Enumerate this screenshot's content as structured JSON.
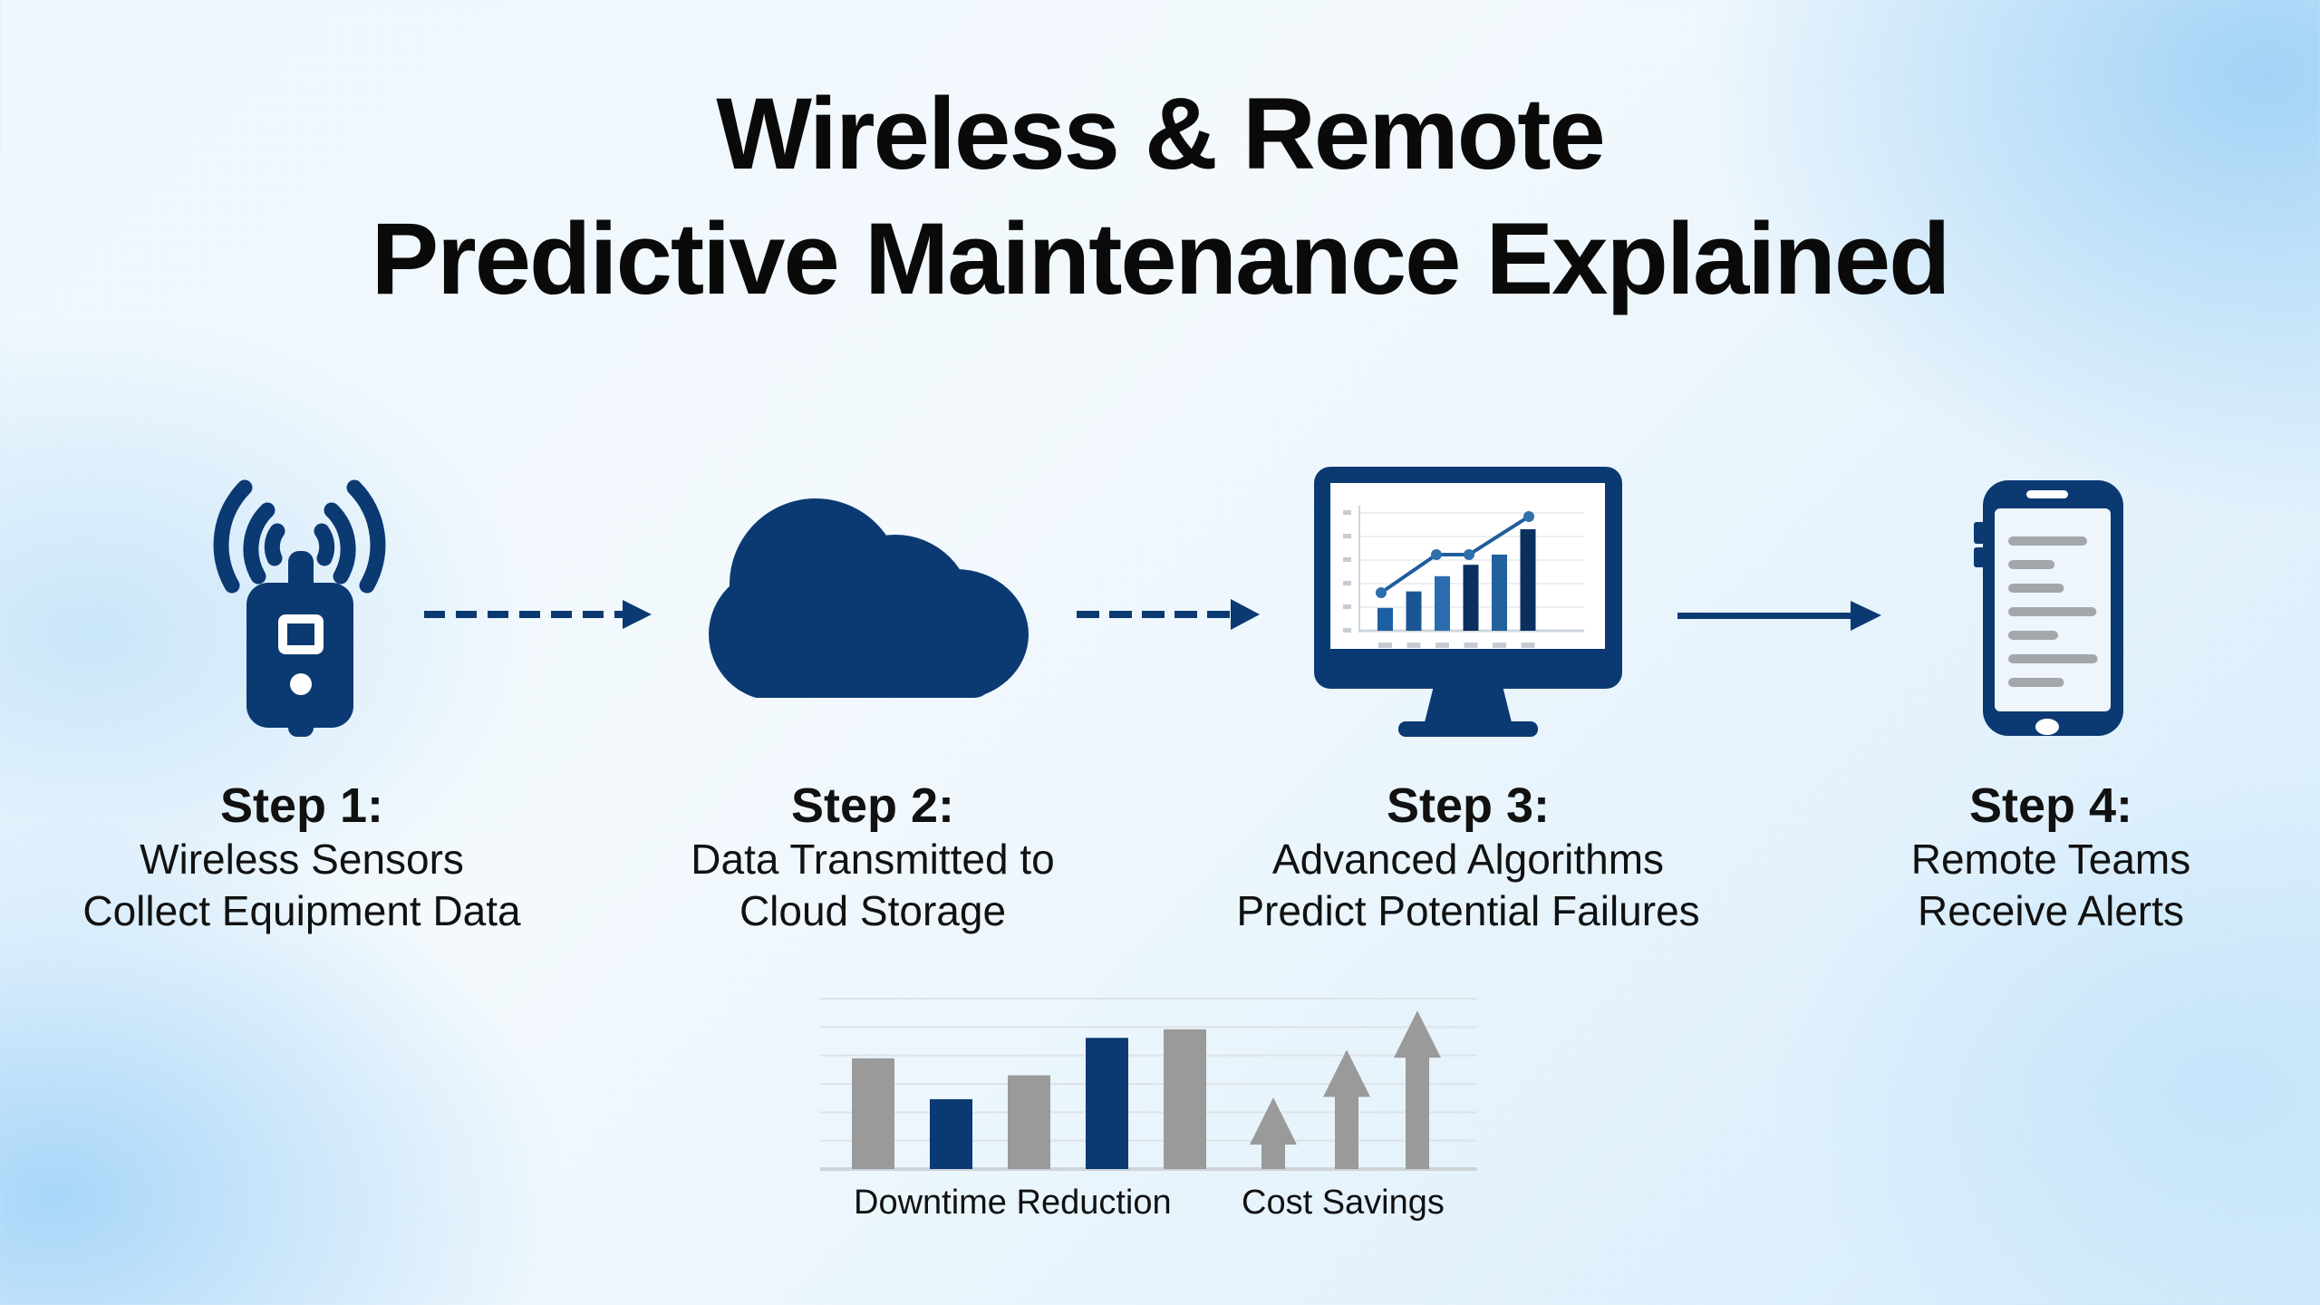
{
  "title": {
    "line1": "Wireless & Remote",
    "line2": "Predictive Maintenance Explained"
  },
  "colors": {
    "primary_navy": "#0b3a72",
    "accent_blue": "#1d5fa3",
    "bar_gray": "#9a9a9a",
    "text": "#111111"
  },
  "steps": [
    {
      "heading": "Step 1:",
      "line1": "Wireless Sensors",
      "line2": "Collect Equipment Data",
      "icon": "wireless-sensor-icon"
    },
    {
      "heading": "Step 2:",
      "line1": "Data Transmitted to",
      "line2": "Cloud Storage",
      "icon": "cloud-icon"
    },
    {
      "heading": "Step 3:",
      "line1": "Advanced Algorithms",
      "line2": "Predict Potential Failures",
      "icon": "monitor-chart-icon"
    },
    {
      "heading": "Step 4:",
      "line1": "Remote Teams",
      "line2": "Receive Alerts",
      "icon": "smartphone-icon"
    }
  ],
  "connectors": [
    {
      "from": 1,
      "to": 2,
      "style": "dashed"
    },
    {
      "from": 2,
      "to": 3,
      "style": "dashed"
    },
    {
      "from": 3,
      "to": 4,
      "style": "solid"
    }
  ],
  "monitor_chart": {
    "bars": [
      0.18,
      0.31,
      0.43,
      0.52,
      0.6,
      0.8
    ],
    "line_points": [
      0.3,
      0.6,
      0.6,
      0.9
    ]
  },
  "phone_lines": [
    0.68,
    0.4,
    0.48,
    0.76,
    0.43,
    0.77,
    0.48
  ],
  "benefits": {
    "downtime_label": "Downtime Reduction",
    "cost_label": "Cost Savings",
    "downtime_bars": [
      {
        "value": 0.65,
        "color": "gray"
      },
      {
        "value": 0.41,
        "color": "navy"
      },
      {
        "value": 0.55,
        "color": "gray"
      },
      {
        "value": 0.77,
        "color": "navy"
      },
      {
        "value": 0.82,
        "color": "gray"
      }
    ],
    "cost_arrows": [
      0.42,
      0.7,
      0.93
    ]
  }
}
